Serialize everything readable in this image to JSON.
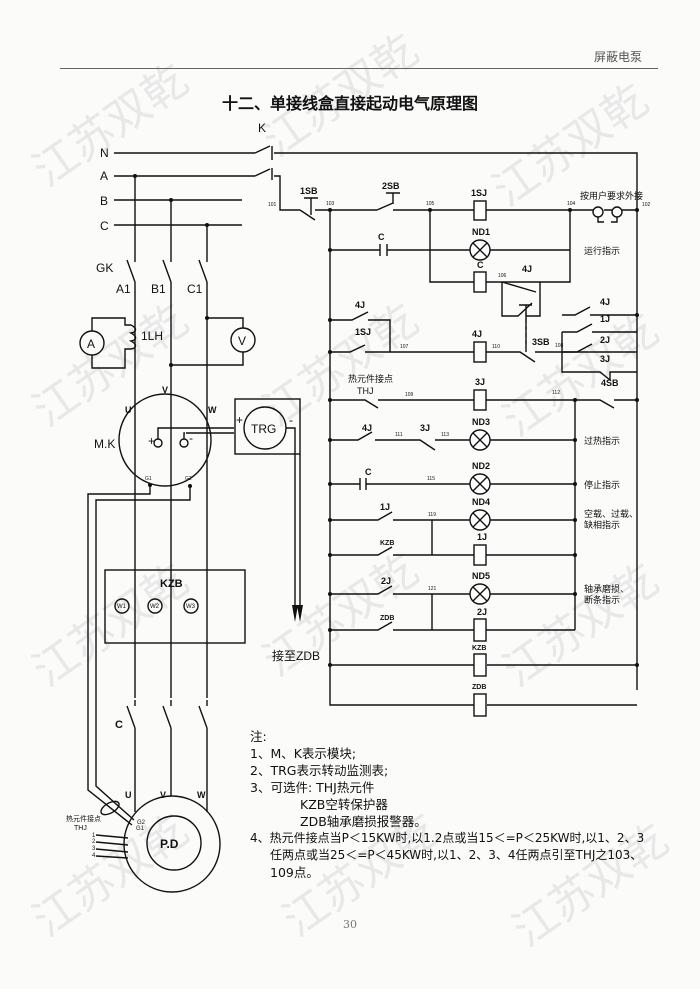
{
  "header": {
    "section": "屏蔽电泵",
    "title": "十二、单接线盒直接起动电气原理图",
    "page_number": "30"
  },
  "watermark": "江苏双乾",
  "power": {
    "lines": [
      "N",
      "A",
      "B",
      "C"
    ],
    "main_switch": "K",
    "breaker": "GK",
    "phases": [
      "A1",
      "B1",
      "C1"
    ],
    "ammeter": "A",
    "current_transformer": "1LH",
    "voltmeter": "V",
    "module": "M.K",
    "module_terminals": [
      "U",
      "V",
      "W"
    ],
    "module_gnd": [
      "G1",
      "G2"
    ],
    "module_plus": "+",
    "module_minus": "-",
    "trg": "TRG",
    "trg_plus": "+",
    "trg_minus": "-",
    "to_zdb": "接至ZDB",
    "kzb": "KZB",
    "kzb_terminals": [
      "W1",
      "W2",
      "W3"
    ],
    "contactor": "C",
    "motor_terminals": [
      "U",
      "V",
      "W"
    ],
    "motor": "P.D",
    "motor_gnd": [
      "G2",
      "G1"
    ],
    "thermal_label": "热元件接点",
    "thermal_code": "THJ",
    "thermal_points": [
      "1",
      "2",
      "3",
      "4"
    ]
  },
  "control": {
    "buttons": [
      "1SB",
      "2SB",
      "3SB",
      "4SB"
    ],
    "nodes": [
      "101",
      "103",
      "105",
      "104",
      "102",
      "106",
      "107",
      "110",
      "108",
      "109",
      "112",
      "111",
      "113",
      "115",
      "119",
      "121"
    ],
    "coils": [
      "1SJ",
      "C",
      "4J",
      "3J",
      "1J",
      "2J",
      "KZB",
      "ZDB"
    ],
    "lamps": [
      "ND1",
      "ND3",
      "ND2",
      "ND4",
      "ND5"
    ],
    "contacts": [
      "C",
      "4J",
      "4J",
      "1SJ",
      "4J",
      "1J",
      "2J",
      "3J",
      "4J",
      "3J",
      "C",
      "1J",
      "KZB",
      "2J",
      "ZDB"
    ],
    "thermal_label": "热元件接点",
    "thermal_code": "THJ",
    "external": "按用户要求外接",
    "indicators": [
      "运行指示",
      "过热指示",
      "停止指示",
      "空载、过载、",
      "缺相指示",
      "轴承磨损、",
      "断条指示"
    ]
  },
  "notes": {
    "title": "注:",
    "items": [
      "1、M、K表示模块;",
      "2、TRG表示转动监测表;",
      "3、可选件:  THJ热元件",
      "KZB空转保护器",
      "ZDB轴承磨损报警器。",
      "4、热元件接点当P＜15KW时,以1.2点或当15＜=P＜25KW时,以1、2、3",
      "任两点或当25＜=P＜45KW时,以1、2、3、4任两点引至THJ之103、",
      "109点。"
    ]
  }
}
